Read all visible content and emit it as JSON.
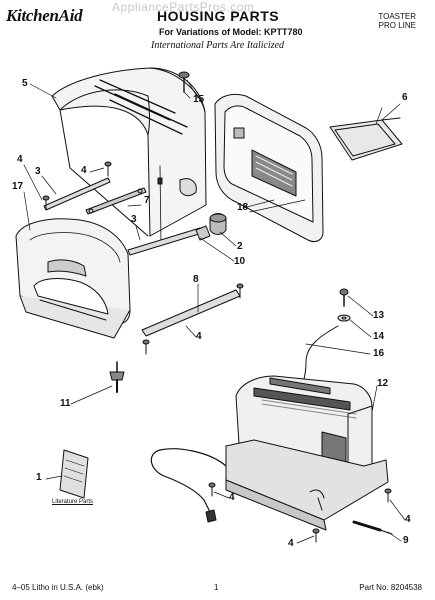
{
  "header": {
    "brand": "KitchenAid",
    "title": "HOUSING PARTS",
    "subtitle": "For Variations of Model: KPTT780",
    "international_note": "International Parts Are Italicized",
    "product_line_1": "TOASTER",
    "product_line_2": "PRO LINE",
    "watermark": "AppliancePartsPros.com"
  },
  "callouts": {
    "c1": "1",
    "c2": "2",
    "c3a": "3",
    "c3b": "3",
    "c4a": "4",
    "c4b": "4",
    "c4c": "4",
    "c4d": "4",
    "c4e": "4",
    "c4f": "4",
    "c5": "5",
    "c6": "6",
    "c7": "7",
    "c8": "8",
    "c9": "9",
    "c10": "10",
    "c11": "11",
    "c12": "12",
    "c13": "13",
    "c14": "14",
    "c15": "15",
    "c16": "16",
    "c17": "17",
    "c18": "18"
  },
  "literature_label": "Literature Parts",
  "footer": {
    "left": "4–05 Litho in U.S.A. (ebk)",
    "center": "1",
    "right": "Part No. 8204538"
  }
}
